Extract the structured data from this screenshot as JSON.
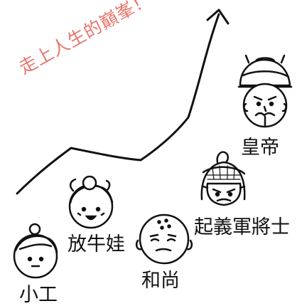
{
  "headline": "走上人生的巔峯！",
  "headline_color": "#e7766d",
  "stages": [
    {
      "label": "小工"
    },
    {
      "label": "放牛娃"
    },
    {
      "label": "和尚"
    },
    {
      "label": "起義軍將士"
    },
    {
      "label": "皇帝"
    }
  ]
}
